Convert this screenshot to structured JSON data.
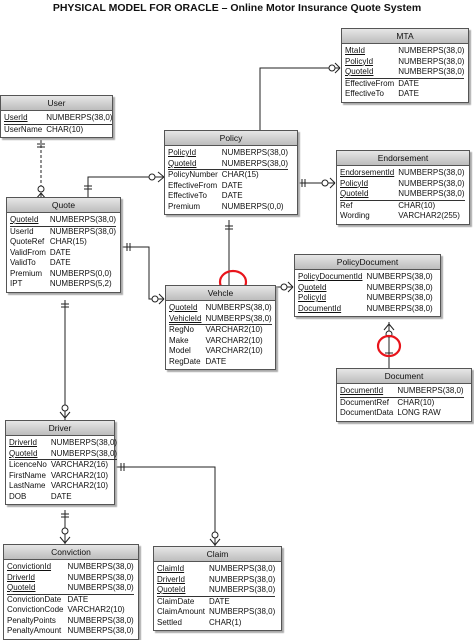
{
  "title": "PHYSICAL MODEL FOR ORACLE  – Online Motor Insurance Quote System",
  "colors": {
    "highlight": "#e8141b",
    "line": "#222222",
    "header": "#c8c8c8"
  },
  "entities": {
    "mta": {
      "name": "MTA",
      "columns": [
        {
          "name": "MtaId",
          "type": "NUMBERPS(38,0)",
          "key": true
        },
        {
          "name": "PolicyId",
          "type": "NUMBERPS(38,0)",
          "key": true
        },
        {
          "name": "QuoteId",
          "type": "NUMBERPS(38,0)",
          "key": true
        },
        {
          "name": "EffectiveFrom",
          "type": "DATE",
          "key": false
        },
        {
          "name": "EffectiveTo",
          "type": "DATE",
          "key": false
        }
      ]
    },
    "user": {
      "name": "User",
      "columns": [
        {
          "name": "UserId",
          "type": "NUMBERPS(38,0)",
          "key": true
        },
        {
          "name": "UserName",
          "type": "CHAR(10)",
          "key": false
        }
      ]
    },
    "policy": {
      "name": "Policy",
      "columns": [
        {
          "name": "PolicyId",
          "type": "NUMBERPS(38,0)",
          "key": true
        },
        {
          "name": "QuoteId",
          "type": "NUMBERPS(38,0)",
          "key": true
        },
        {
          "name": "PolicyNumber",
          "type": "CHAR(15)",
          "key": false
        },
        {
          "name": "EffectiveFrom",
          "type": "DATE",
          "key": false
        },
        {
          "name": "EffectiveTo",
          "type": "DATE",
          "key": false
        },
        {
          "name": "Premium",
          "type": "NUMBERPS(0,0)",
          "key": false
        }
      ]
    },
    "endorsement": {
      "name": "Endorsement",
      "columns": [
        {
          "name": "EndorsementId",
          "type": "NUMBERPS(38,0)",
          "key": true
        },
        {
          "name": "PolicyId",
          "type": "NUMBERPS(38,0)",
          "key": true
        },
        {
          "name": "QuoteId",
          "type": "NUMBERPS(38,0)",
          "key": true
        },
        {
          "name": "Ref",
          "type": "CHAR(10)",
          "key": false
        },
        {
          "name": "Wording",
          "type": "VARCHAR2(255)",
          "key": false
        }
      ]
    },
    "quote": {
      "name": "Quote",
      "columns": [
        {
          "name": "QuoteId",
          "type": "NUMBERPS(38,0)",
          "key": true
        },
        {
          "name": "UserId",
          "type": "NUMBERPS(38,0)",
          "key": false
        },
        {
          "name": "QuoteRef",
          "type": "CHAR(15)",
          "key": false
        },
        {
          "name": "ValidFrom",
          "type": "DATE",
          "key": false
        },
        {
          "name": "ValidTo",
          "type": "DATE",
          "key": false
        },
        {
          "name": "Premium",
          "type": "NUMBERPS(0,0)",
          "key": false
        },
        {
          "name": "IPT",
          "type": "NUMBERPS(5,2)",
          "key": false
        }
      ]
    },
    "policydocument": {
      "name": "PolicyDocument",
      "columns": [
        {
          "name": "PolicyDocumentId",
          "type": "NUMBERPS(38,0)",
          "key": true
        },
        {
          "name": "QuoteId",
          "type": "NUMBERPS(38,0)",
          "key": true
        },
        {
          "name": "PolicyId",
          "type": "NUMBERPS(38,0)",
          "key": true
        },
        {
          "name": "DocumentId",
          "type": "NUMBERPS(38,0)",
          "key": true
        }
      ]
    },
    "vehicle": {
      "name": "Vehcle",
      "columns": [
        {
          "name": "QuoteId",
          "type": "NUMBERPS(38,0)",
          "key": true
        },
        {
          "name": "VehicleId",
          "type": "NUMBERPS(38,0)",
          "key": true
        },
        {
          "name": "RegNo",
          "type": "VARCHAR2(10)",
          "key": false
        },
        {
          "name": "Make",
          "type": "VARCHAR2(10)",
          "key": false
        },
        {
          "name": "Model",
          "type": "VARCHAR2(10)",
          "key": false
        },
        {
          "name": "RegDate",
          "type": "DATE",
          "key": false
        }
      ]
    },
    "document": {
      "name": "Document",
      "columns": [
        {
          "name": "DocumentId",
          "type": "NUMBERPS(38,0)",
          "key": true
        },
        {
          "name": "DocumentRef",
          "type": "CHAR(10)",
          "key": false
        },
        {
          "name": "DocumentData",
          "type": "LONG RAW",
          "key": false
        }
      ]
    },
    "driver": {
      "name": "Driver",
      "columns": [
        {
          "name": "DriverId",
          "type": "NUMBERPS(38,0)",
          "key": true
        },
        {
          "name": "QuoteId",
          "type": "NUMBERPS(38,0)",
          "key": true
        },
        {
          "name": "LicenceNo",
          "type": "VARCHAR2(16)",
          "key": false
        },
        {
          "name": "FirstName",
          "type": "VARCHAR2(10)",
          "key": false
        },
        {
          "name": "LastName",
          "type": "VARCHAR2(10)",
          "key": false
        },
        {
          "name": "DOB",
          "type": "DATE",
          "key": false
        }
      ]
    },
    "conviction": {
      "name": "Conviction",
      "columns": [
        {
          "name": "ConvictionId",
          "type": "NUMBERPS(38,0)",
          "key": true
        },
        {
          "name": "DriverId",
          "type": "NUMBERPS(38,0)",
          "key": true
        },
        {
          "name": "QuoteId",
          "type": "NUMBERPS(38,0)",
          "key": true
        },
        {
          "name": "ConvictionDate",
          "type": "DATE",
          "key": false
        },
        {
          "name": "ConvictionCode",
          "type": "VARCHAR2(10)",
          "key": false
        },
        {
          "name": "PenaltyPoints",
          "type": "NUMBERPS(38,0)",
          "key": false
        },
        {
          "name": "PenaltyAmount",
          "type": "NUMBERPS(38,0)",
          "key": false
        }
      ]
    },
    "claim": {
      "name": "Claim",
      "columns": [
        {
          "name": "ClaimId",
          "type": "NUMBERPS(38,0)",
          "key": true
        },
        {
          "name": "DriverId",
          "type": "NUMBERPS(38,0)",
          "key": true
        },
        {
          "name": "QuoteId",
          "type": "NUMBERPS(38,0)",
          "key": true
        },
        {
          "name": "ClaimDate",
          "type": "DATE",
          "key": false
        },
        {
          "name": "ClaimAmount",
          "type": "NUMBERPS(38,0)",
          "key": false
        },
        {
          "name": "Settled",
          "type": "CHAR(1)",
          "key": false
        }
      ]
    }
  }
}
